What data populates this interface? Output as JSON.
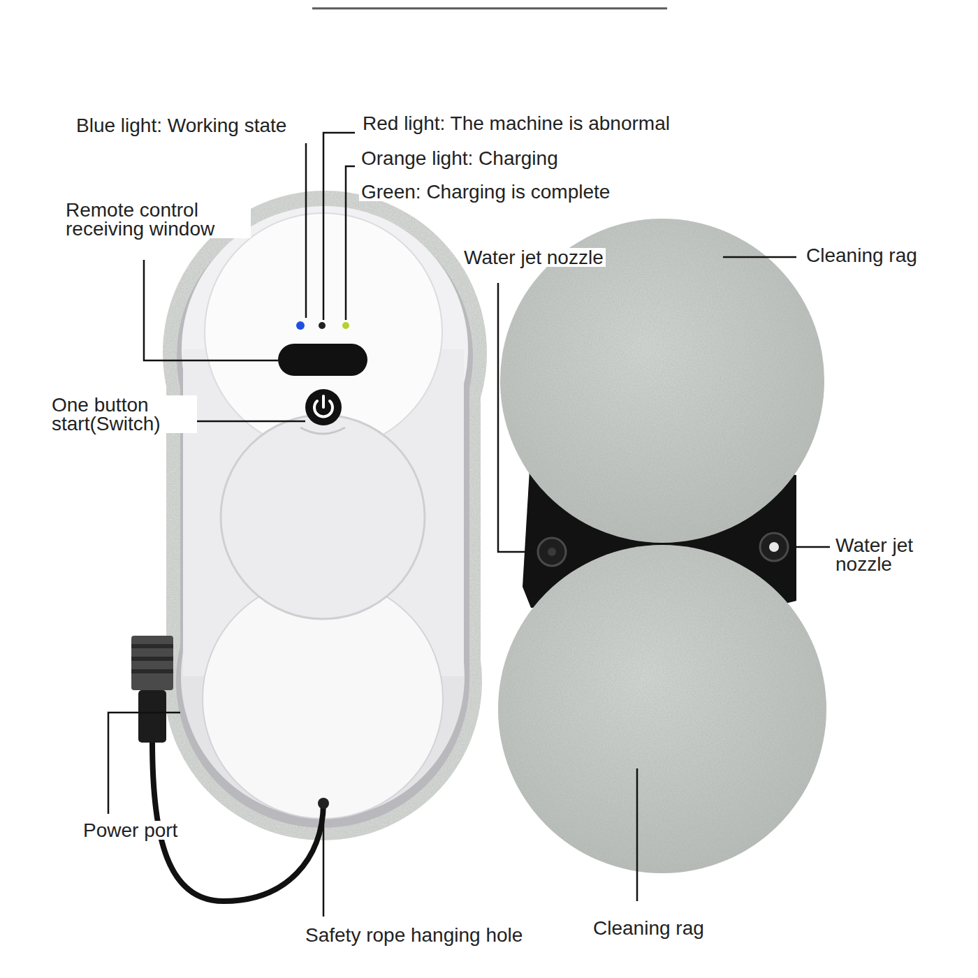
{
  "diagram": {
    "labels": [
      "Blue light: Working state",
      "Red light: The machine is abnormal",
      "Orange light: Charging",
      "Green: Charging is complete",
      "Remote control receiving window",
      "Water jet nozzle",
      "Cleaning rag",
      "One button start(Switch)",
      "Water jet nozzle",
      "Cleaning rag",
      "Power port",
      "Safety rope hanging hole"
    ]
  }
}
